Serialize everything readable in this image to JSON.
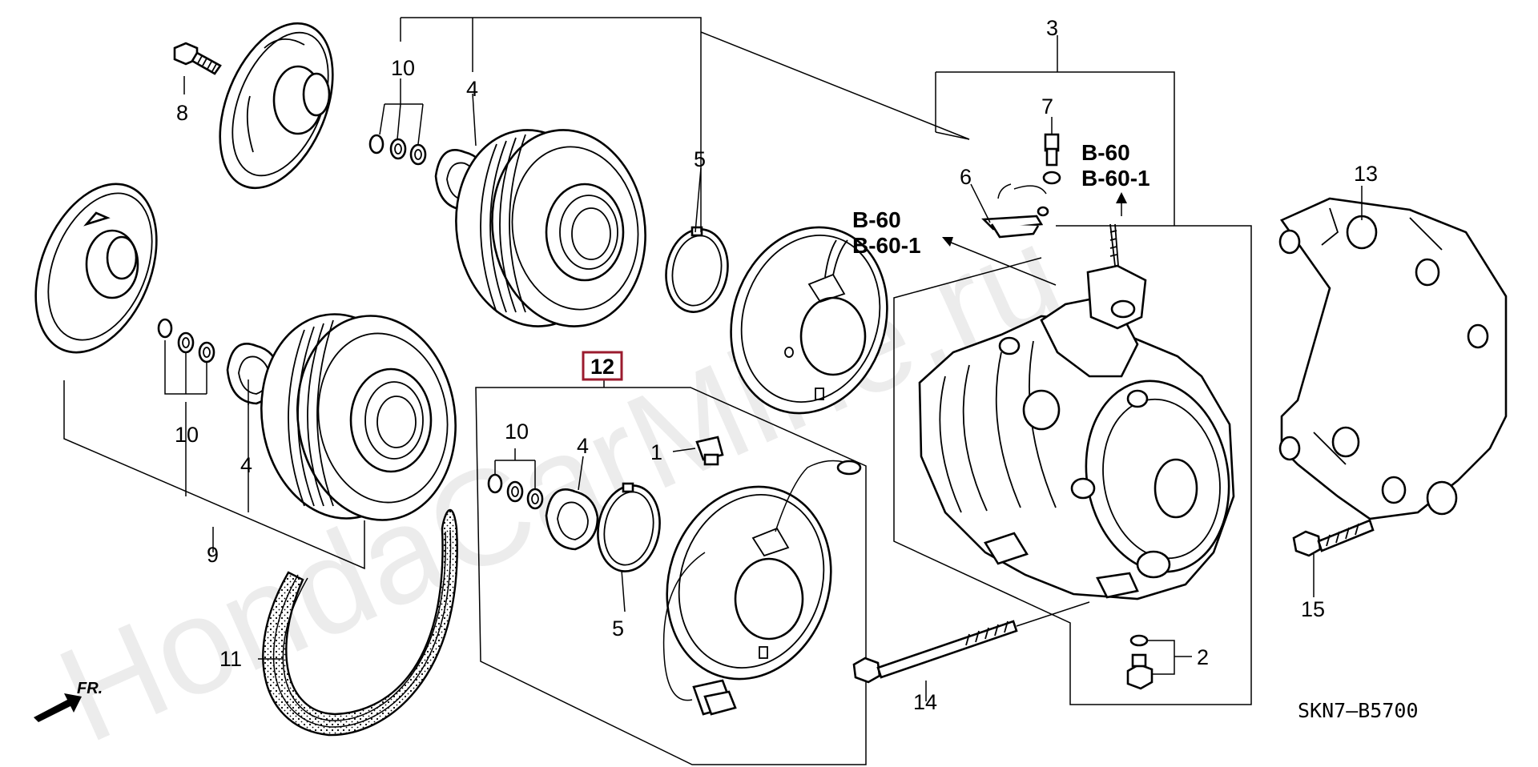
{
  "watermark": "HondaCarMine.ru",
  "diagram_code": "SKN7—B5700",
  "direction_label": "FR.",
  "highlight_color": "#9b1b2e",
  "callouts": {
    "c1": "1",
    "c2": "2",
    "c3": "3",
    "c4a": "4",
    "c4b": "4",
    "c4c": "4",
    "c5a": "5",
    "c5b": "5",
    "c6": "6",
    "c7": "7",
    "c8": "8",
    "c9": "9",
    "c10a": "10",
    "c10b": "10",
    "c10c": "10",
    "c11": "11",
    "c12": "12",
    "c13": "13",
    "c14": "14",
    "c15": "15"
  },
  "references": {
    "top_line1": "B-60",
    "top_line2": "B-60-1",
    "left_line1": "B-60",
    "left_line2": "B-60-1"
  }
}
